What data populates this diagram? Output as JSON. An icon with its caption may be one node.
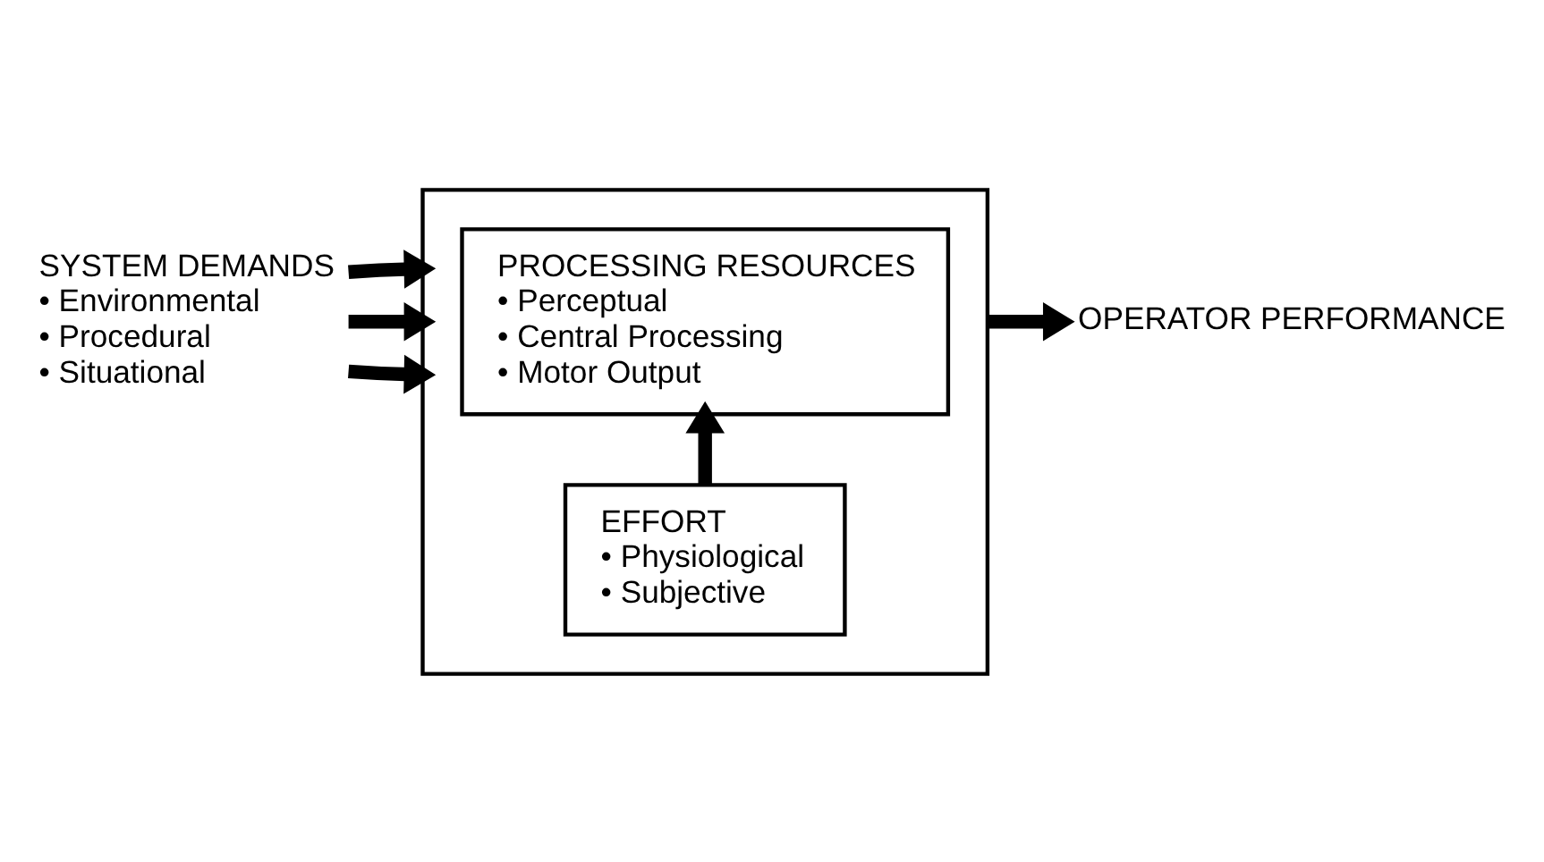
{
  "diagram": {
    "nodes": [
      {
        "text": [],
        "shape": "box"
      },
      {
        "text": [
          "PROCESSING RESOURCES",
          "• Perceptual",
          "• Central Processing",
          "• Motor Output"
        ],
        "in": 0
      },
      {
        "text": [
          "EFFORT",
          "• Physiological",
          "• Subjective"
        ],
        "in": 0
      },
      {
        "text": [
          "SYSTEM DEMANDS",
          "• Environmental",
          "• Procedural",
          "• Situational"
        ]
      },
      {
        "text": [
          "OPERATOR PERFORMANCE"
        ]
      }
    ],
    "edges": [
      {
        "from": 3,
        "to": 0,
        "arrow": "to"
      },
      {
        "from": 3,
        "to": 0,
        "arrow": "to"
      },
      {
        "from": 3,
        "to": 0,
        "arrow": "to"
      },
      {
        "from": 2,
        "to": 1,
        "arrow": "to"
      },
      {
        "from": 0,
        "to": 4,
        "arrow": "to"
      }
    ]
  }
}
